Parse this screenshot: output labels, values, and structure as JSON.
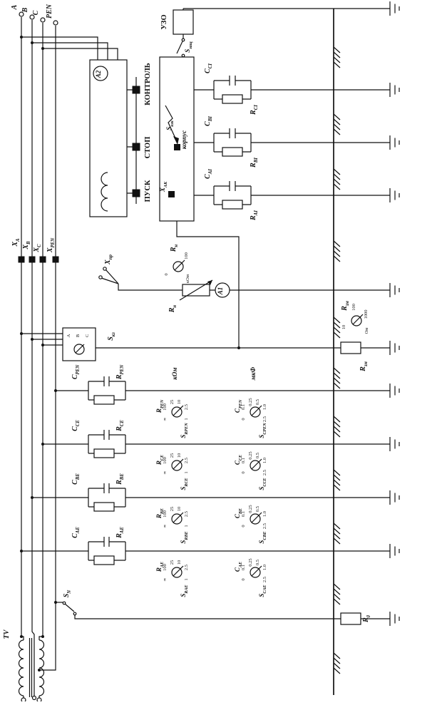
{
  "colors": {
    "ink": "#111111",
    "paper": "#ffffff"
  },
  "supply": {
    "phase_a": "А",
    "phase_b": "В",
    "phase_c": "С",
    "pen": "PEN",
    "transformer": "TV",
    "sn": {
      "base": "S",
      "sub": "N"
    },
    "r0": {
      "base": "R",
      "sub": "0"
    }
  },
  "starter": {
    "a2": "А2",
    "btn_control": "КОНТРОЛЬ",
    "btn_stop": "СТОП",
    "btn_start": "ПУСК"
  },
  "protection": {
    "uzo": "УЗО",
    "s_zash": {
      "base": "S",
      "sub": "защ"
    },
    "s_kzk": {
      "base": "S",
      "sub": "кзк"
    },
    "korpus": "корпус",
    "x_ak": {
      "base": "Х",
      "sub": "АК"
    }
  },
  "case_insulation": {
    "groups": [
      {
        "c": {
          "base": "С",
          "sub": "СI"
        },
        "r": {
          "base": "R",
          "sub": "СI"
        }
      },
      {
        "c": {
          "base": "С",
          "sub": "ВI"
        },
        "r": {
          "base": "R",
          "sub": "ВI"
        }
      },
      {
        "c": {
          "base": "С",
          "sub": "АI"
        },
        "r": {
          "base": "R",
          "sub": "АI"
        }
      }
    ]
  },
  "probe": {
    "x_a": {
      "base": "Х",
      "sub": "А"
    },
    "x_b": {
      "base": "Х",
      "sub": "В"
    },
    "x_c": {
      "base": "Х",
      "sub": "С"
    },
    "x_pen": {
      "base": "Х",
      "sub": "PEN"
    },
    "x_pr": {
      "base": "Х",
      "sub": "пр"
    },
    "rn": {
      "base": "R",
      "sub": "н"
    },
    "rn_scale": [
      "0",
      "100"
    ],
    "rn_unit": "кОм",
    "a1": "А1"
  },
  "fault": {
    "s_kz": {
      "base": "S",
      "sub": "кз"
    },
    "positions": [
      "А",
      "В",
      "С"
    ],
    "rzm": {
      "base": "R",
      "sub": "зм"
    },
    "rzm_scale": [
      "10",
      "100",
      "1000"
    ],
    "rzm_unit": "Ом"
  },
  "insulation": {
    "r_unit": "кОм",
    "c_unit": "мкФ",
    "r_scale": [
      "∞",
      "100",
      "25",
      "10",
      "2.5",
      "1"
    ],
    "c_scale": [
      "0",
      "0.1",
      "0.25",
      "0.5",
      "1.0",
      "2.5"
    ],
    "groups": [
      {
        "c": {
          "base": "С",
          "sub": "PEN"
        },
        "r": {
          "base": "R",
          "sub": "PEN"
        },
        "sr": {
          "base": "S",
          "sub": "RPEN"
        },
        "sc": {
          "base": "S",
          "sub": "CPEN"
        }
      },
      {
        "c": {
          "base": "С",
          "sub": "СЕ"
        },
        "r": {
          "base": "R",
          "sub": "СЕ"
        },
        "sr": {
          "base": "S",
          "sub": "RCE"
        },
        "sc": {
          "base": "S",
          "sub": "CCE"
        }
      },
      {
        "c": {
          "base": "С",
          "sub": "ВЕ"
        },
        "r": {
          "base": "R",
          "sub": "ВЕ"
        },
        "sr": {
          "base": "S",
          "sub": "RBE"
        },
        "sc": {
          "base": "S",
          "sub": "CBE"
        }
      },
      {
        "c": {
          "base": "С",
          "sub": "АЕ"
        },
        "r": {
          "base": "R",
          "sub": "АЕ"
        },
        "sr": {
          "base": "S",
          "sub": "RAE"
        },
        "sc": {
          "base": "S",
          "sub": "CAE"
        }
      }
    ]
  }
}
